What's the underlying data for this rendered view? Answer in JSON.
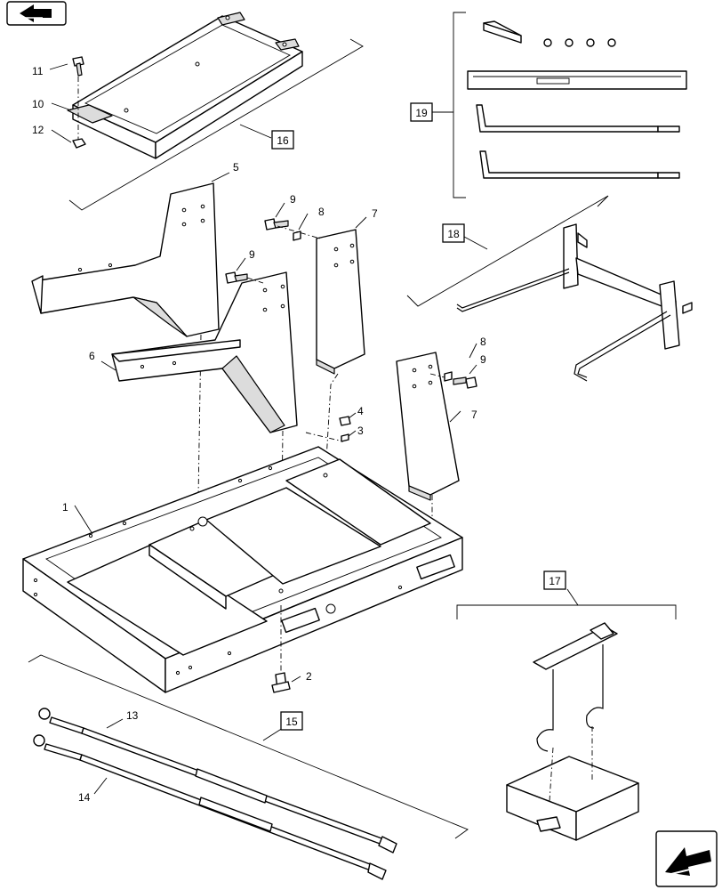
{
  "nav": {
    "top_left_icon": "back-arrow-icon",
    "bottom_right_icon": "forward-arrow-icon"
  },
  "callouts": {
    "c1": "1",
    "c2": "2",
    "c3": "3",
    "c4": "4",
    "c5": "5",
    "c6": "6",
    "c7a": "7",
    "c7b": "7",
    "c8a": "8",
    "c8b": "8",
    "c9a": "9",
    "c9b": "9",
    "c9c": "9",
    "c10": "10",
    "c11": "11",
    "c12": "12",
    "c13": "13",
    "c14": "14"
  },
  "boxed_callouts": {
    "b15": "15",
    "b16": "16",
    "b17": "17",
    "b18": "18",
    "b19": "19"
  }
}
